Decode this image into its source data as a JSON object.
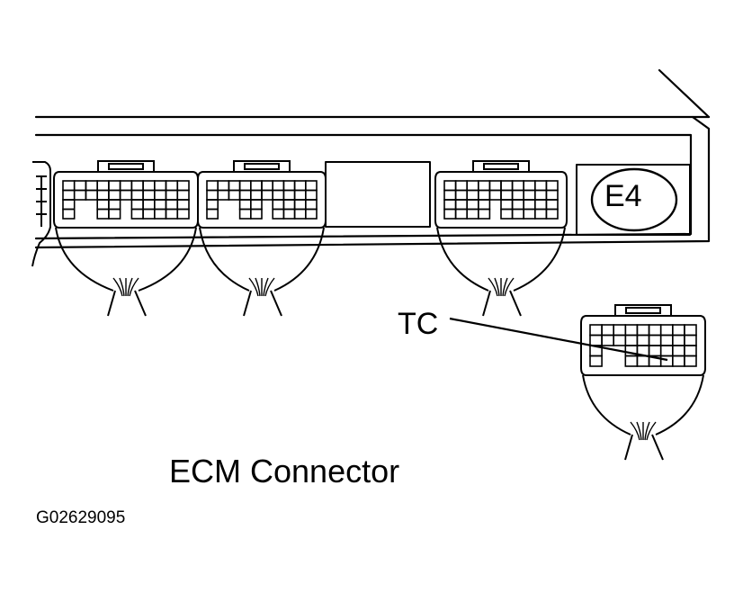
{
  "diagram": {
    "caption": "ECM Connector",
    "figure_id": "G02629095",
    "callout_label": "TC",
    "connector_id": "E4"
  },
  "colors": {
    "ink": "#000000",
    "paper": "#ffffff"
  }
}
